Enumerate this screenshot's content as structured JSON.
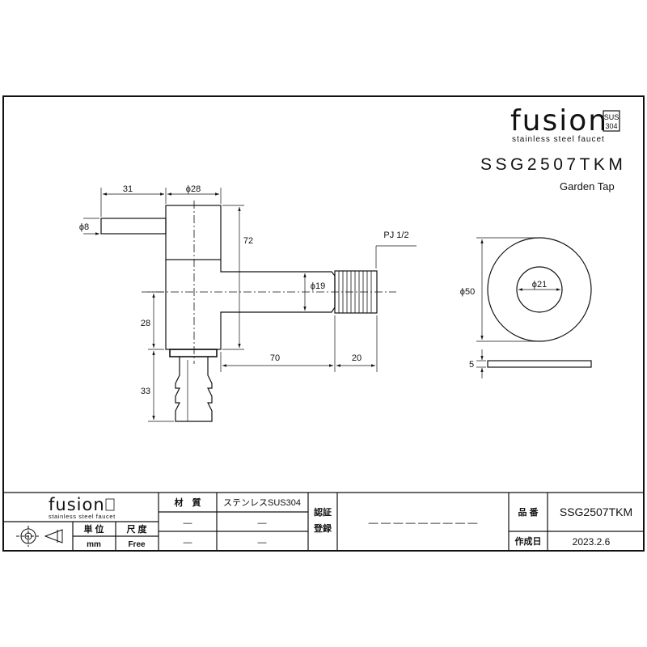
{
  "header": {
    "brand": "fusion",
    "brand_badge_top": "SUS",
    "brand_badge_bottom": "304",
    "tagline": "stainless steel faucet",
    "model": "SSG2507TKM",
    "product_name": "Garden Tap"
  },
  "dimensions": {
    "lever_length": "31",
    "body_diameter": "ϕ28",
    "lever_diameter": "ϕ8",
    "body_height": "72",
    "thread": "PJ 1/2",
    "spout_diameter": "ϕ19",
    "lower_height": "28",
    "spout_length": "70",
    "nozzle_length": "20",
    "hose_length": "33",
    "flange_outer": "ϕ50",
    "flange_inner": "ϕ21",
    "flange_thickness": "5"
  },
  "title_block": {
    "brand": "fusion",
    "tagline": "stainless steel faucet",
    "unit_header": "単 位",
    "unit_value": "mm",
    "scale_header": "尺 度",
    "scale_value": "Free",
    "material_header": "材　質",
    "material_value": "ステンレスSUS304",
    "dash1": "—",
    "dash2": "—",
    "dash3": "—",
    "dash4": "—",
    "reg_label_1": "認証",
    "reg_label_2": "登録",
    "reg_value": "— — — — — — — — —",
    "part_no_label": "品 番",
    "part_no_value": "SSG2507TKM",
    "date_label": "作成日",
    "date_value": "2023.2.6"
  }
}
